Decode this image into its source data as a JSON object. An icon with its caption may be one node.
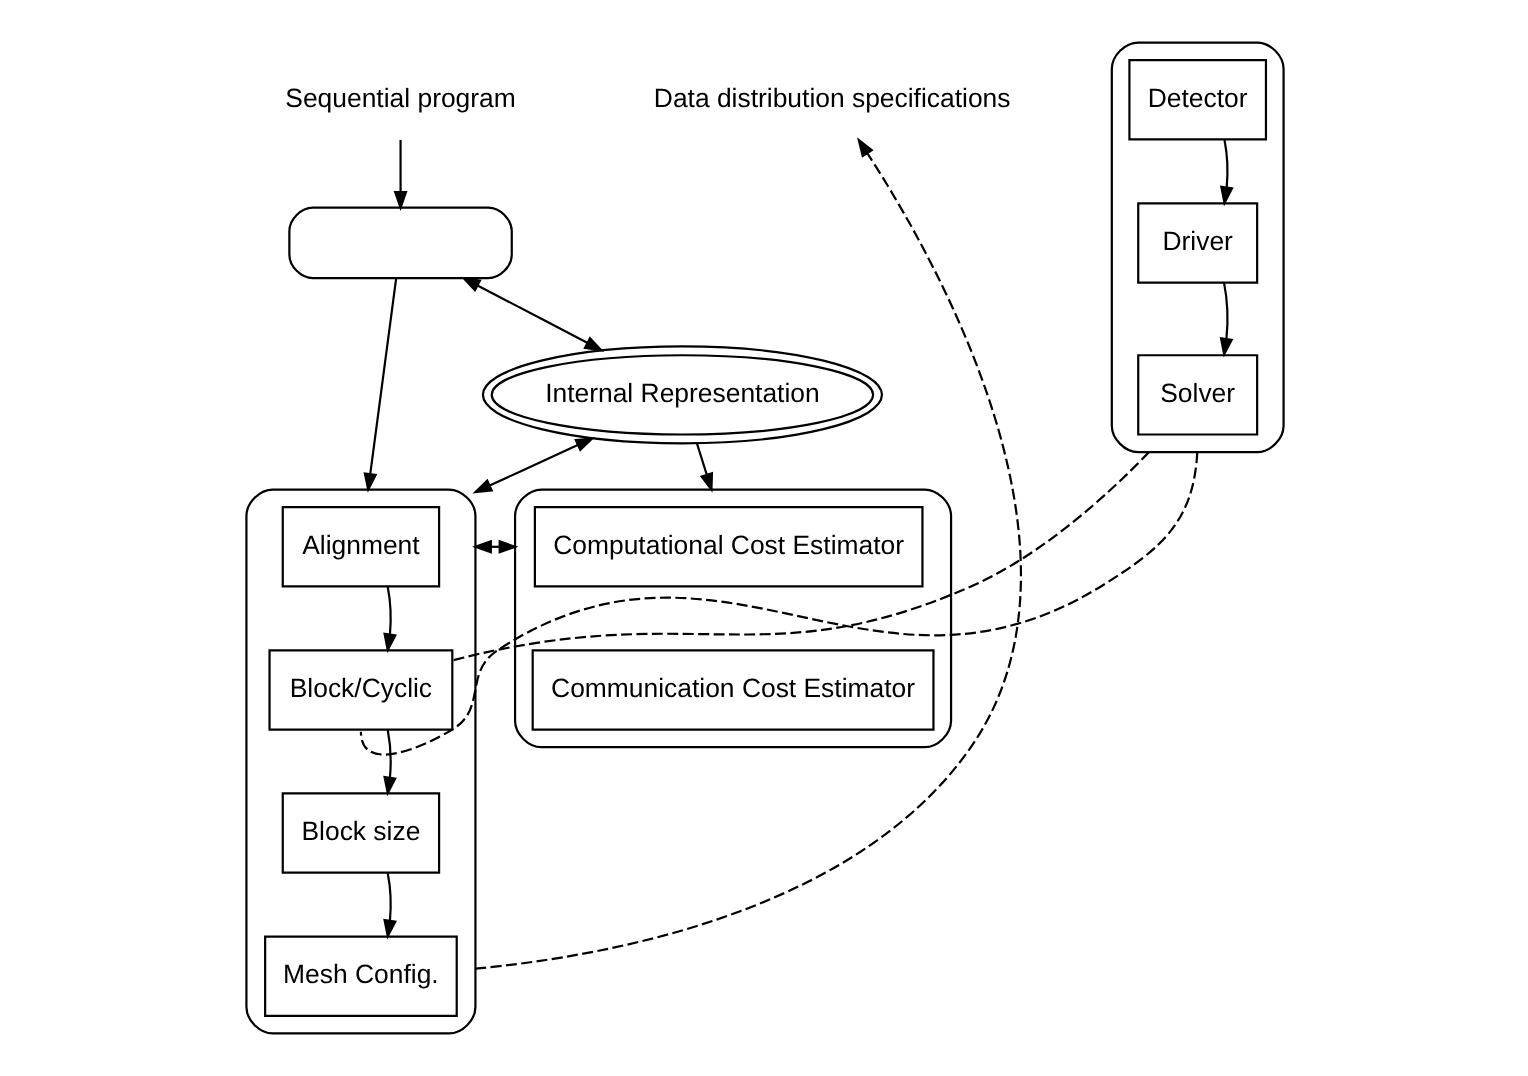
{
  "diagram": {
    "nodes": [
      {
        "text": [
          "Sequential program"
        ]
      },
      {
        "text": [],
        "shape": "box"
      },
      {
        "text": [
          "Internal Representation"
        ]
      },
      {
        "text": [],
        "shape": "ellipse"
      },
      {
        "text": [
          "Alignment"
        ],
        "in": 3
      },
      {
        "text": [
          "Block/Cyclic"
        ],
        "in": 3
      },
      {
        "text": [
          "Block size"
        ],
        "in": 3
      },
      {
        "text": [
          "Mesh Config."
        ],
        "in": 3
      },
      {
        "text": [],
        "shape": "ellipse"
      },
      {
        "text": [
          "Detector"
        ],
        "in": 8
      },
      {
        "text": [
          "Driver"
        ],
        "in": 8
      },
      {
        "text": [
          "Solver"
        ],
        "in": 8
      },
      {
        "text": [],
        "shape": "ellipse"
      },
      {
        "text": [
          "Computational Cost Estimator"
        ],
        "in": 12
      },
      {
        "text": [
          "Communication Cost Estimator"
        ],
        "in": 12
      },
      {
        "text": [
          "Data distribution specifications"
        ]
      }
    ],
    "edges": [
      {
        "from": 0,
        "to": 1,
        "arrow": "to"
      },
      {
        "from": 1,
        "to": 2,
        "arrow": "both"
      },
      {
        "from": 1,
        "to": 3,
        "arrow": "to"
      },
      {
        "from": 2,
        "to": 3,
        "arrow": "both"
      },
      {
        "from": 2,
        "to": 12,
        "arrow": "to"
      },
      {
        "from": 4,
        "to": 5,
        "arrow": "to"
      },
      {
        "from": 5,
        "to": 6,
        "arrow": "to"
      },
      {
        "from": 6,
        "to": 7,
        "arrow": "to"
      },
      {
        "from": 3,
        "to": 12,
        "arrow": "both"
      },
      {
        "from": 3,
        "to": 15,
        "arrow": "to",
        "style": "dashed"
      },
      {
        "from": 9,
        "to": 10,
        "arrow": "to"
      },
      {
        "from": 10,
        "to": 11,
        "arrow": "to"
      },
      {
        "from": 8,
        "to": 5,
        "arrow": "none",
        "style": "dashed"
      },
      {
        "from": 8,
        "to": 5,
        "arrow": "none",
        "style": "dashed"
      }
    ]
  }
}
